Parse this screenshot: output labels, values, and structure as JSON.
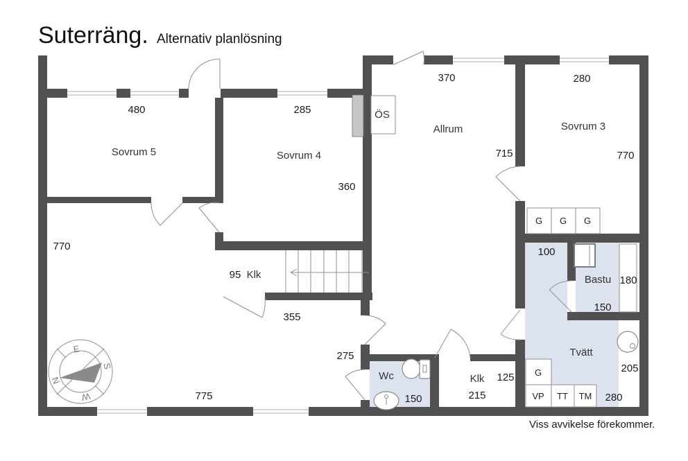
{
  "title": {
    "main": "Suterräng.",
    "subtitle": "Alternativ planlösning"
  },
  "footer": "Viss avvikelse förekommer.",
  "rooms": {
    "sovrum5": "Sovrum 5",
    "sovrum4": "Sovrum 4",
    "allrum": "Allrum",
    "sovrum3": "Sovrum 3",
    "bastu": "Bastu",
    "tvatt": "Tvätt",
    "wc": "Wc",
    "klk": "Klk",
    "klk_stair": "Klk"
  },
  "dims": {
    "sovrum5_width": "480",
    "sovrum4_width": "285",
    "allrum_width": "370",
    "sovrum3_width": "280",
    "allrum_height": "715",
    "sovrum3_height": "770",
    "sovrum4_height": "360",
    "hall_height": "770",
    "hall_width": "775",
    "hall_mid": "355",
    "stair_klk_depth": "95",
    "vestibule": "275",
    "wc_width": "150",
    "klk_width": "125",
    "klk_height": "215",
    "corridor_width": "100",
    "bastu_height": "180",
    "bastu_width": "150",
    "tvatt_height": "205",
    "tvatt_width": "280"
  },
  "units": {
    "os": "ÖS",
    "g1": "G",
    "g2": "G",
    "g3": "G",
    "g_tvatt": "G",
    "vp": "VP",
    "tt": "TT",
    "tm": "TM"
  },
  "compass": {
    "n": "N",
    "e": "E",
    "s": "S",
    "w": "W"
  },
  "colors": {
    "wall": "#515151",
    "wet": "#dce3ee",
    "line": "#8f8f8f",
    "chimney": "#c6c6c6",
    "text": "#1c1c1c"
  }
}
